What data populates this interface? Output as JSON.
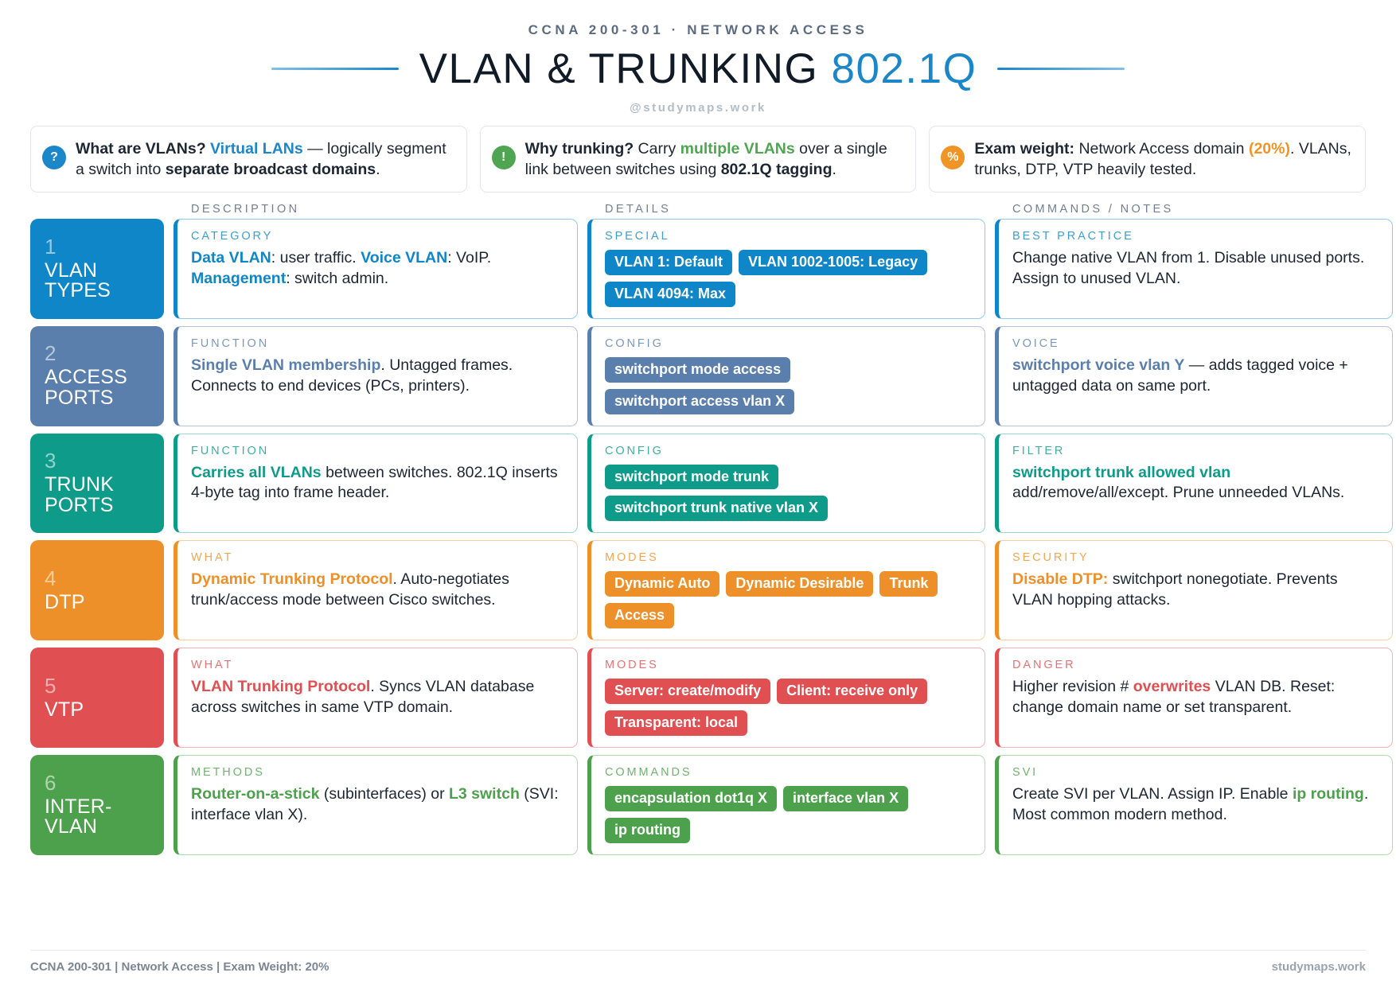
{
  "header": {
    "kicker": "CCNA 200-301 · NETWORK ACCESS",
    "title_main": "VLAN & TRUNKING ",
    "title_accent": "802.1Q",
    "handle": "@studymaps.work"
  },
  "callouts": [
    {
      "icon": "question-mark-icon",
      "icon_glyph": "?",
      "badge_color": "#1b87c9",
      "lead": "What are VLANs?",
      "accent": "Virtual LANs",
      "mid": " — logically segment a switch into ",
      "strong": "separate broadcast domains",
      "tail": "."
    },
    {
      "icon": "exclamation-icon",
      "icon_glyph": "!",
      "badge_color": "#4fa552",
      "lead": "Why trunking?",
      "accent": "multiple VLANs",
      "pre_accent": " Carry ",
      "mid": " over a single link between switches using ",
      "strong": "802.1Q tagging",
      "tail": "."
    },
    {
      "icon": "percent-icon",
      "icon_glyph": "%",
      "badge_color": "#f09425",
      "lead": "Exam weight:",
      "pre_accent": " Network Access domain ",
      "accent": "(20%)",
      "tail": ". VLANs, trunks, DTP, VTP heavily tested."
    }
  ],
  "column_headers": {
    "description": "DESCRIPTION",
    "details": "DETAILS",
    "commands": "COMMANDS / NOTES"
  },
  "rows": [
    {
      "num": "1",
      "name_line1": "VLAN",
      "name_line2": "TYPES",
      "color": "#0e86c8",
      "border": "#8fcbe9",
      "left_border": "#0e86c8",
      "description": {
        "label": "CATEGORY",
        "segments": [
          {
            "t": "Data VLAN",
            "style": "accent-bold"
          },
          {
            "t": ": user traffic. ",
            "style": "plain"
          },
          {
            "t": "Voice VLAN",
            "style": "accent-bold"
          },
          {
            "t": ": VoIP. ",
            "style": "plain"
          },
          {
            "t": "Management",
            "style": "accent-bold"
          },
          {
            "t": ": switch admin.",
            "style": "plain"
          }
        ]
      },
      "details": {
        "label": "SPECIAL",
        "tags": [
          "VLAN 1: Default",
          "VLAN 1002-1005: Legacy",
          "VLAN 4094: Max"
        ]
      },
      "commands": {
        "label": "BEST PRACTICE",
        "segments": [
          {
            "t": "Change native VLAN from 1. Disable unused ports. Assign to unused VLAN.",
            "style": "plain"
          }
        ]
      }
    },
    {
      "num": "2",
      "name_line1": "ACCESS",
      "name_line2": "PORTS",
      "color": "#5b7fad",
      "border": "#b4c4d8",
      "left_border": "#5b7fad",
      "description": {
        "label": "FUNCTION",
        "segments": [
          {
            "t": "Single VLAN membership",
            "style": "accent-bold"
          },
          {
            "t": ". Untagged frames. Connects to end devices (PCs, printers).",
            "style": "plain"
          }
        ]
      },
      "details": {
        "label": "CONFIG",
        "tags": [
          "switchport mode access",
          "switchport access vlan X"
        ]
      },
      "commands": {
        "label": "VOICE",
        "segments": [
          {
            "t": "switchport voice vlan Y",
            "style": "accent-bold"
          },
          {
            "t": " — adds tagged voice + untagged data on same port.",
            "style": "plain"
          }
        ]
      }
    },
    {
      "num": "3",
      "name_line1": "TRUNK",
      "name_line2": "PORTS",
      "color": "#0e9b8a",
      "border": "#9ad8d0",
      "left_border": "#0e9b8a",
      "description": {
        "label": "FUNCTION",
        "segments": [
          {
            "t": "Carries all VLANs",
            "style": "accent-bold"
          },
          {
            "t": " between switches. 802.1Q inserts 4-byte tag into frame header.",
            "style": "plain"
          }
        ]
      },
      "details": {
        "label": "CONFIG",
        "tags": [
          "switchport mode trunk",
          "switchport trunk native vlan X"
        ]
      },
      "commands": {
        "label": "FILTER",
        "segments": [
          {
            "t": "switchport trunk allowed vlan",
            "style": "accent-bold"
          },
          {
            "t": " add/remove/all/except. Prune unneeded VLANs.",
            "style": "plain"
          }
        ]
      }
    },
    {
      "num": "4",
      "name_line1": "DTP",
      "name_line2": "",
      "color": "#ee9029",
      "border": "#f7cf9f",
      "left_border": "#ee9029",
      "description": {
        "label": "WHAT",
        "segments": [
          {
            "t": "Dynamic Trunking Protocol",
            "style": "accent-bold"
          },
          {
            "t": ". Auto-negotiates trunk/access mode between Cisco switches.",
            "style": "plain"
          }
        ]
      },
      "details": {
        "label": "MODES",
        "tags": [
          "Dynamic Auto",
          "Dynamic Desirable",
          "Trunk",
          "Access"
        ]
      },
      "commands": {
        "label": "SECURITY",
        "segments": [
          {
            "t": "Disable DTP:",
            "style": "accent-bold"
          },
          {
            "t": " switchport nonegotiate. Prevents VLAN hopping attacks.",
            "style": "plain"
          }
        ]
      }
    },
    {
      "num": "5",
      "name_line1": "VTP",
      "name_line2": "",
      "color": "#e04f51",
      "border": "#f2b4b5",
      "left_border": "#e04f51",
      "description": {
        "label": "WHAT",
        "segments": [
          {
            "t": "VLAN Trunking Protocol",
            "style": "accent-bold"
          },
          {
            "t": ". Syncs VLAN database across switches in same VTP domain.",
            "style": "plain"
          }
        ]
      },
      "details": {
        "label": "MODES",
        "tags": [
          "Server: create/modify",
          "Client: receive only",
          "Transparent: local"
        ]
      },
      "commands": {
        "label": "DANGER",
        "segments": [
          {
            "t": "Higher revision # ",
            "style": "plain"
          },
          {
            "t": "overwrites",
            "style": "accent-bold"
          },
          {
            "t": " VLAN DB. Reset: change domain name or set transparent.",
            "style": "plain"
          }
        ]
      }
    },
    {
      "num": "6",
      "name_line1": "INTER-",
      "name_line2": "VLAN",
      "color": "#4da04c",
      "border": "#b4dcb2",
      "left_border": "#4da04c",
      "description": {
        "label": "METHODS",
        "segments": [
          {
            "t": "Router-on-a-stick",
            "style": "accent-bold"
          },
          {
            "t": " (subinterfaces) or ",
            "style": "plain"
          },
          {
            "t": "L3 switch",
            "style": "accent-bold"
          },
          {
            "t": " (SVI: interface vlan X).",
            "style": "plain"
          }
        ]
      },
      "details": {
        "label": "COMMANDS",
        "tags": [
          "encapsulation dot1q X",
          "interface vlan X",
          "ip routing"
        ]
      },
      "commands": {
        "label": "SVI",
        "segments": [
          {
            "t": "Create SVI per VLAN. Assign IP. Enable ",
            "style": "plain"
          },
          {
            "t": "ip routing",
            "style": "accent-bold"
          },
          {
            "t": ". Most common modern method.",
            "style": "plain"
          }
        ]
      }
    }
  ],
  "footer": {
    "left": "CCNA 200-301 | Network Access | Exam Weight: 20%",
    "right": "studymaps.work"
  }
}
